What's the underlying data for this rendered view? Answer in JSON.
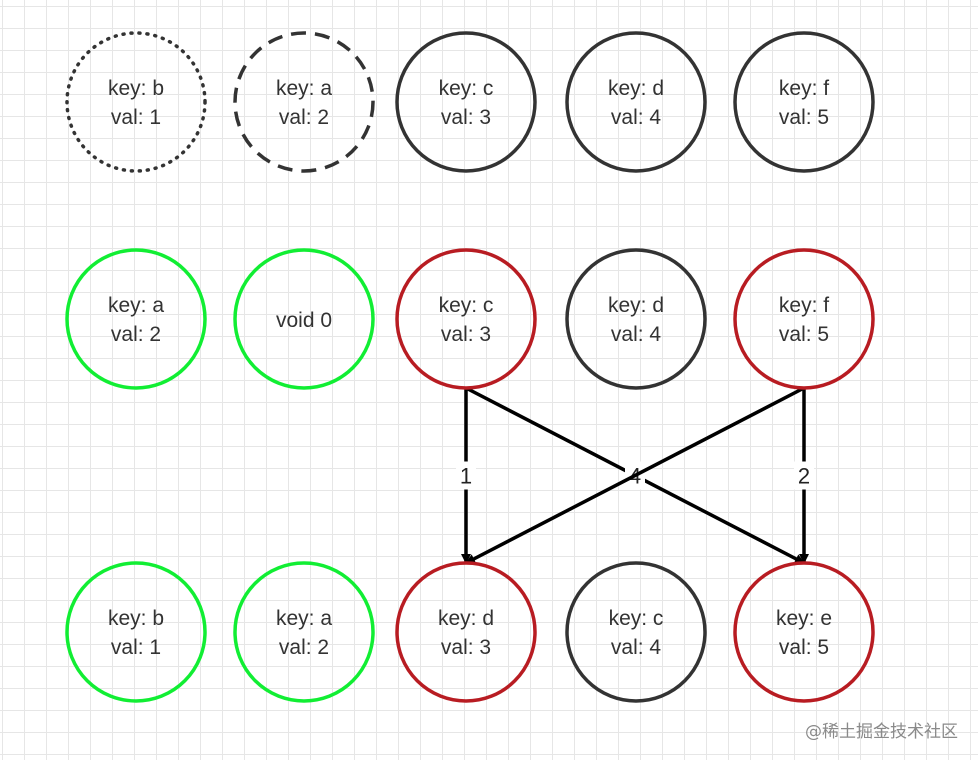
{
  "colors": {
    "black": "#333333",
    "green": "#11ee33",
    "red": "#b81c22",
    "edge": "#000000"
  },
  "rows": [
    {
      "nodes": [
        {
          "key": "key: b",
          "val": "val: 1",
          "style": "dotted",
          "color": "black"
        },
        {
          "key": "key: a",
          "val": "val: 2",
          "style": "dashed",
          "color": "black"
        },
        {
          "key": "key: c",
          "val": "val: 3",
          "style": "solid",
          "color": "black"
        },
        {
          "key": "key: d",
          "val": "val: 4",
          "style": "solid",
          "color": "black"
        },
        {
          "key": "key: f",
          "val": "val: 5",
          "style": "solid",
          "color": "black"
        }
      ]
    },
    {
      "nodes": [
        {
          "key": "key: a",
          "val": "val: 2",
          "style": "solid",
          "color": "green"
        },
        {
          "text": "void 0",
          "style": "solid",
          "color": "green"
        },
        {
          "key": "key: c",
          "val": "val: 3",
          "style": "solid",
          "color": "red"
        },
        {
          "key": "key: d",
          "val": "val: 4",
          "style": "solid",
          "color": "black"
        },
        {
          "key": "key: f",
          "val": "val: 5",
          "style": "solid",
          "color": "red"
        }
      ]
    },
    {
      "nodes": [
        {
          "key": "key: b",
          "val": "val: 1",
          "style": "solid",
          "color": "green"
        },
        {
          "key": "key: a",
          "val": "val: 2",
          "style": "solid",
          "color": "green"
        },
        {
          "key": "key: d",
          "val": "val: 3",
          "style": "solid",
          "color": "red"
        },
        {
          "key": "key: c",
          "val": "val: 4",
          "style": "solid",
          "color": "black"
        },
        {
          "key": "key: e",
          "val": "val: 5",
          "style": "solid",
          "color": "red"
        }
      ]
    }
  ],
  "edges": [
    {
      "from": [
        1,
        2
      ],
      "to": [
        2,
        2
      ],
      "label": "1"
    },
    {
      "from": [
        1,
        4
      ],
      "to": [
        2,
        4
      ],
      "label": "2"
    },
    {
      "from": [
        1,
        2
      ],
      "to": [
        2,
        4
      ],
      "label": "4"
    },
    {
      "from": [
        1,
        4
      ],
      "to": [
        2,
        2
      ],
      "label": ""
    }
  ],
  "watermark": "@稀土掘金技术社区"
}
